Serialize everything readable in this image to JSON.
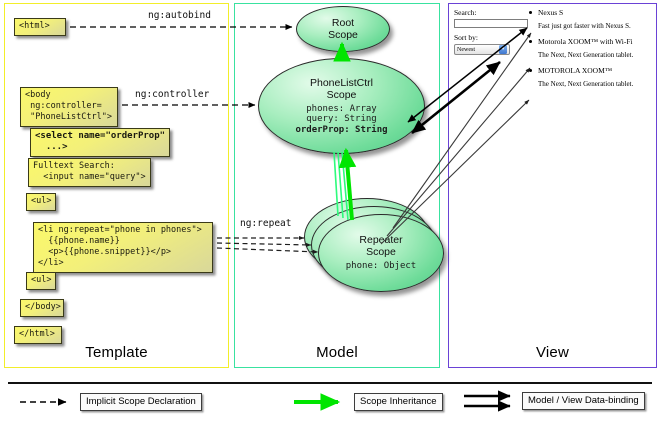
{
  "diagram": {
    "title": "AngularJS Template / Model / View scope data-binding diagram",
    "colors": {
      "template_border": "#f2ee2a",
      "model_border": "#39e2a0",
      "view_border": "#6a42d6",
      "code_box_fill": "#fbf86a",
      "scope_fill": "#6fdc9a",
      "inheritance_arrow": "#00e500",
      "implicit_arrow": "#000000",
      "binding_arrow": "#000000"
    }
  },
  "panels": {
    "template": {
      "title": "Template",
      "code_boxes": [
        {
          "id": "html-open",
          "text": "<html>"
        },
        {
          "id": "body",
          "text": "<body\n ng:controller=\n \"PhoneListCtrl\">"
        },
        {
          "id": "select",
          "text": "<select name=\"orderProp\"\n  ...>"
        },
        {
          "id": "fulltext",
          "text": "Fulltext Search:\n  <input name=\"query\">"
        },
        {
          "id": "ul-open",
          "text": "<ul>"
        },
        {
          "id": "li",
          "text": "<li ng:repeat=\"phone in phones\">\n  {{phone.name}}\n  <p>{{phone.snippet}}</p>\n</li>"
        },
        {
          "id": "ul-close",
          "text": "<ul>"
        },
        {
          "id": "body-close",
          "text": "</body>"
        },
        {
          "id": "html-close",
          "text": "</html>"
        }
      ]
    },
    "model": {
      "title": "Model",
      "scopes": [
        {
          "id": "root",
          "title_line1": "Root",
          "title_line2": "Scope",
          "properties": []
        },
        {
          "id": "phonelistctrl",
          "title_line1": "PhoneListCtrl",
          "title_line2": "Scope",
          "properties": [
            {
              "text": "phones: Array",
              "bold": false
            },
            {
              "text": "query: String",
              "bold": false
            },
            {
              "text": "orderProp: String",
              "bold": true
            }
          ]
        },
        {
          "id": "repeater",
          "title_line1": "Repeater",
          "title_line2": "Scope",
          "properties": [
            {
              "text": "phone: Object",
              "bold": false
            }
          ]
        }
      ]
    },
    "view": {
      "title": "View",
      "search_label": "Search:",
      "search_value": "",
      "search_placeholder": "",
      "sort_label": "Sort by:",
      "sort_selected": "Newest",
      "sort_options": [
        "Newest"
      ],
      "phones": [
        {
          "name": "Nexus S",
          "snippet": "Fast just got faster with Nexus S."
        },
        {
          "name": "Motorola XOOM™ with Wi-Fi",
          "snippet": "The Next, Next Generation tablet."
        },
        {
          "name": "MOTOROLA XOOM™",
          "snippet": "The Next, Next Generation tablet."
        }
      ]
    }
  },
  "edge_labels": {
    "autobind": "ng:autobind",
    "controller": "ng:controller",
    "repeat": "ng:repeat"
  },
  "legend": {
    "implicit": "Implicit Scope Declaration",
    "inheritance": "Scope Inheritance",
    "binding": "Model / View Data-binding"
  }
}
